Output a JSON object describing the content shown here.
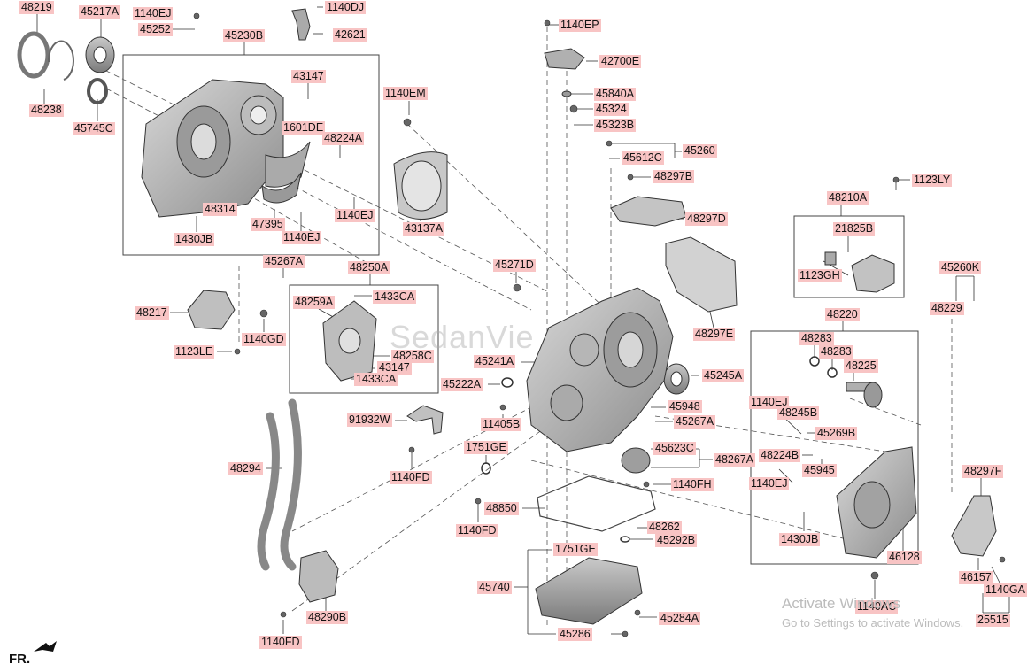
{
  "labels": [
    {
      "id": "48219",
      "text": "48219"
    },
    {
      "id": "45217A",
      "text": "45217A"
    },
    {
      "id": "1140EJ_a",
      "text": "1140EJ"
    },
    {
      "id": "45252",
      "text": "45252"
    },
    {
      "id": "45230B",
      "text": "45230B"
    },
    {
      "id": "1140DJ",
      "text": "1140DJ"
    },
    {
      "id": "42621",
      "text": "42621"
    },
    {
      "id": "1140EP",
      "text": "1140EP"
    },
    {
      "id": "42700E",
      "text": "42700E"
    },
    {
      "id": "48238",
      "text": "48238"
    },
    {
      "id": "45745C",
      "text": "45745C"
    },
    {
      "id": "43147_a",
      "text": "43147"
    },
    {
      "id": "1601DE",
      "text": "1601DE"
    },
    {
      "id": "48224A",
      "text": "48224A"
    },
    {
      "id": "1140EM",
      "text": "1140EM"
    },
    {
      "id": "45840A",
      "text": "45840A"
    },
    {
      "id": "45324",
      "text": "45324"
    },
    {
      "id": "45323B",
      "text": "45323B"
    },
    {
      "id": "45612C",
      "text": "45612C"
    },
    {
      "id": "45260",
      "text": "45260"
    },
    {
      "id": "48297B",
      "text": "48297B"
    },
    {
      "id": "1123LY",
      "text": "1123LY"
    },
    {
      "id": "48314",
      "text": "48314"
    },
    {
      "id": "1140EJ_b",
      "text": "1140EJ"
    },
    {
      "id": "47395",
      "text": "47395"
    },
    {
      "id": "1430JB_a",
      "text": "1430JB"
    },
    {
      "id": "1140EJ_c",
      "text": "1140EJ"
    },
    {
      "id": "43137A",
      "text": "43137A"
    },
    {
      "id": "48297D",
      "text": "48297D"
    },
    {
      "id": "48210A",
      "text": "48210A"
    },
    {
      "id": "21825B",
      "text": "21825B"
    },
    {
      "id": "1123GH",
      "text": "1123GH"
    },
    {
      "id": "45267A_a",
      "text": "45267A"
    },
    {
      "id": "48250A",
      "text": "48250A"
    },
    {
      "id": "45271D",
      "text": "45271D"
    },
    {
      "id": "45260K",
      "text": "45260K"
    },
    {
      "id": "48229",
      "text": "48229"
    },
    {
      "id": "1433CA_a",
      "text": "1433CA"
    },
    {
      "id": "48259A",
      "text": "48259A"
    },
    {
      "id": "48217",
      "text": "48217"
    },
    {
      "id": "1140GD",
      "text": "1140GD"
    },
    {
      "id": "48220",
      "text": "48220"
    },
    {
      "id": "48297E",
      "text": "48297E"
    },
    {
      "id": "48283_a",
      "text": "48283"
    },
    {
      "id": "48283_b",
      "text": "48283"
    },
    {
      "id": "1123LE",
      "text": "1123LE"
    },
    {
      "id": "48258C",
      "text": "48258C"
    },
    {
      "id": "45241A",
      "text": "45241A"
    },
    {
      "id": "48225",
      "text": "48225"
    },
    {
      "id": "43147_b",
      "text": "43147"
    },
    {
      "id": "1433CA_b",
      "text": "1433CA"
    },
    {
      "id": "45222A",
      "text": "45222A"
    },
    {
      "id": "45245A",
      "text": "45245A"
    },
    {
      "id": "1140EJ_d",
      "text": "1140EJ"
    },
    {
      "id": "45948",
      "text": "45948"
    },
    {
      "id": "48245B",
      "text": "48245B"
    },
    {
      "id": "91932W",
      "text": "91932W"
    },
    {
      "id": "11405B",
      "text": "11405B"
    },
    {
      "id": "45267A_b",
      "text": "45267A"
    },
    {
      "id": "45269B",
      "text": "45269B"
    },
    {
      "id": "1751GE_a",
      "text": "1751GE"
    },
    {
      "id": "45623C",
      "text": "45623C"
    },
    {
      "id": "48267A",
      "text": "48267A"
    },
    {
      "id": "48224B",
      "text": "48224B"
    },
    {
      "id": "48294",
      "text": "48294"
    },
    {
      "id": "45945",
      "text": "45945"
    },
    {
      "id": "48297F",
      "text": "48297F"
    },
    {
      "id": "1140FD_a",
      "text": "1140FD"
    },
    {
      "id": "1140FH",
      "text": "1140FH"
    },
    {
      "id": "1140EJ_e",
      "text": "1140EJ"
    },
    {
      "id": "48850",
      "text": "48850"
    },
    {
      "id": "48262",
      "text": "48262"
    },
    {
      "id": "1140FD_b",
      "text": "1140FD"
    },
    {
      "id": "45292B",
      "text": "45292B"
    },
    {
      "id": "1430JB_b",
      "text": "1430JB"
    },
    {
      "id": "1751GE_b",
      "text": "1751GE"
    },
    {
      "id": "46128",
      "text": "46128"
    },
    {
      "id": "46157",
      "text": "46157"
    },
    {
      "id": "45740",
      "text": "45740"
    },
    {
      "id": "1140GA",
      "text": "1140GA"
    },
    {
      "id": "48290B",
      "text": "48290B"
    },
    {
      "id": "1140AC",
      "text": "1140AC"
    },
    {
      "id": "45284A",
      "text": "45284A"
    },
    {
      "id": "25515",
      "text": "25515"
    },
    {
      "id": "1140FD_c",
      "text": "1140FD"
    },
    {
      "id": "45286",
      "text": "45286"
    }
  ],
  "orientation": {
    "text": "FR."
  },
  "watermark": {
    "brand": "SedanVie",
    "line1": "Activate Windows",
    "line2": "Go to Settings to activate Windows."
  }
}
